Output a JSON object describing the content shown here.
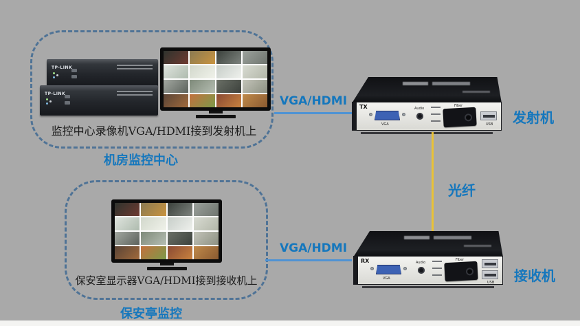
{
  "colors": {
    "background": "#a9a9a9",
    "dashed_border": "#4f7396",
    "label_blue": "#1577bd",
    "line_blue": "#4f93d4",
    "fiber_yellow": "#e9c236"
  },
  "zones": {
    "control_room": {
      "caption": "监控中心录像机VGA/HDMI接到发射机上",
      "label": "机房监控中心"
    },
    "guard_booth": {
      "caption": "保安室显示器VGA/HDMI接到接收机上",
      "label": "保安亭监控"
    }
  },
  "links": {
    "tx_link_label": "VGA/HDMI",
    "rx_link_label": "VGA/HDMI",
    "fiber_label": "光纤"
  },
  "devices": {
    "nvr": {
      "brand": "TP-LINK"
    },
    "transmitter": {
      "tag": "TX",
      "label": "发射机",
      "ports": {
        "vga": "VGA",
        "audio": "Audio",
        "fiber": "Fiber",
        "usb": "USB"
      }
    },
    "receiver": {
      "tag": "RX",
      "label": "接收机",
      "ports": {
        "vga": "VGA",
        "audio": "Audio",
        "fiber": "Fiber",
        "usb": "USB"
      }
    }
  },
  "monitor_grid": {
    "rows": 4,
    "cols": 4,
    "cells": [
      [
        "#2e332e",
        "#6e3a30"
      ],
      [
        "#8a7a52",
        "#c99440"
      ],
      [
        "#3a403b",
        "#7d837e"
      ],
      [
        "#9ba19c",
        "#6f756f"
      ],
      [
        "#dfe4de",
        "#aebbae"
      ],
      [
        "#d2d8cc",
        "#f0f2ea"
      ],
      [
        "#c7cec9",
        "#eef0ec"
      ],
      [
        "#d8dbd2",
        "#b2b6a8"
      ],
      [
        "#a3a8a1",
        "#5c625c"
      ],
      [
        "#7e8a7a",
        "#b5bdb2"
      ],
      [
        "#6a6f66",
        "#3c413c"
      ],
      [
        "#c2c3b8",
        "#8d9183"
      ],
      [
        "#5a4436",
        "#a06a3c"
      ],
      [
        "#c2703d",
        "#7d9a4a"
      ],
      [
        "#8a4a33",
        "#c8823f"
      ],
      [
        "#c08a4a",
        "#8a5a30"
      ]
    ]
  }
}
